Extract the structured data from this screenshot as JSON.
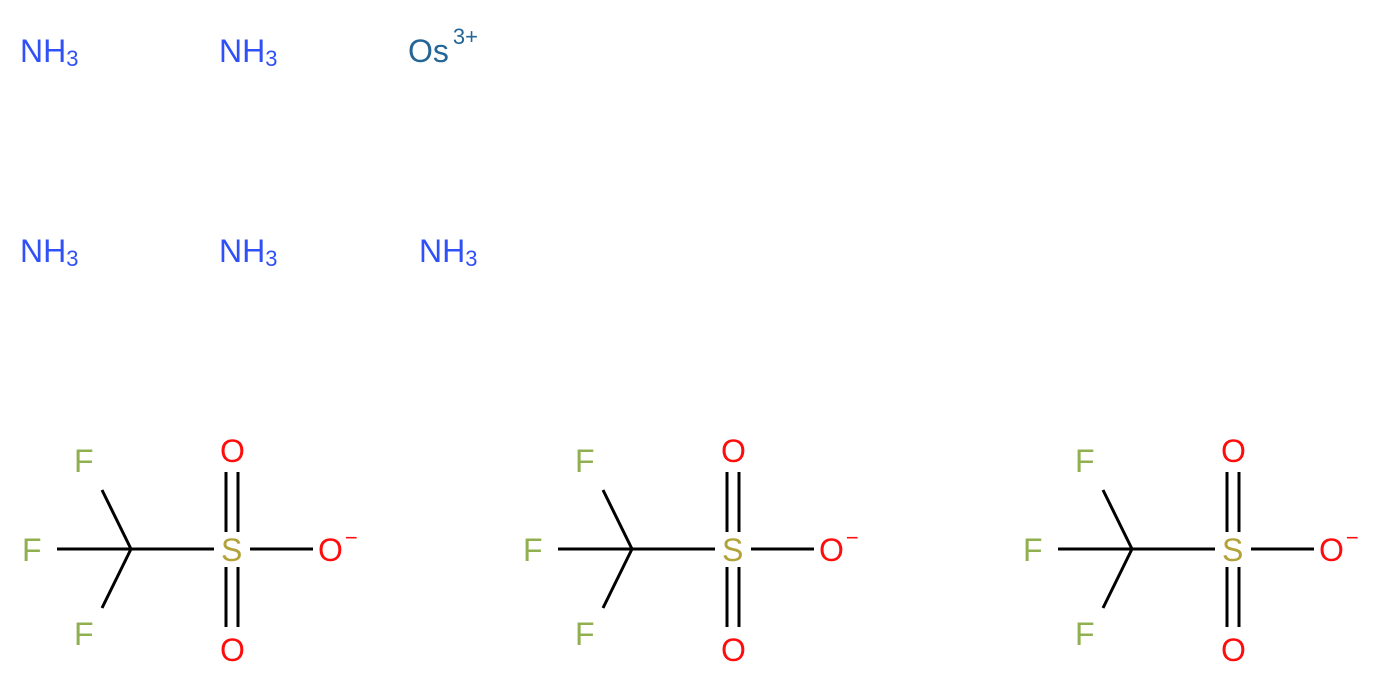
{
  "colors": {
    "nitrogen": "#3050F8",
    "osmium": "#266696",
    "fluorine": "#90B050",
    "oxygen": "#FF0D0D",
    "sulfur": "#B2A23A",
    "bond": "#000000"
  },
  "ammonia": {
    "symbol": "NH",
    "subscript": "3",
    "count": 5
  },
  "metal": {
    "symbol": "Os",
    "charge": "3+"
  },
  "triflate": {
    "fluorine": "F",
    "carbon": "C",
    "sulfur": "S",
    "oxygen": "O",
    "charge": "−",
    "count": 3
  }
}
